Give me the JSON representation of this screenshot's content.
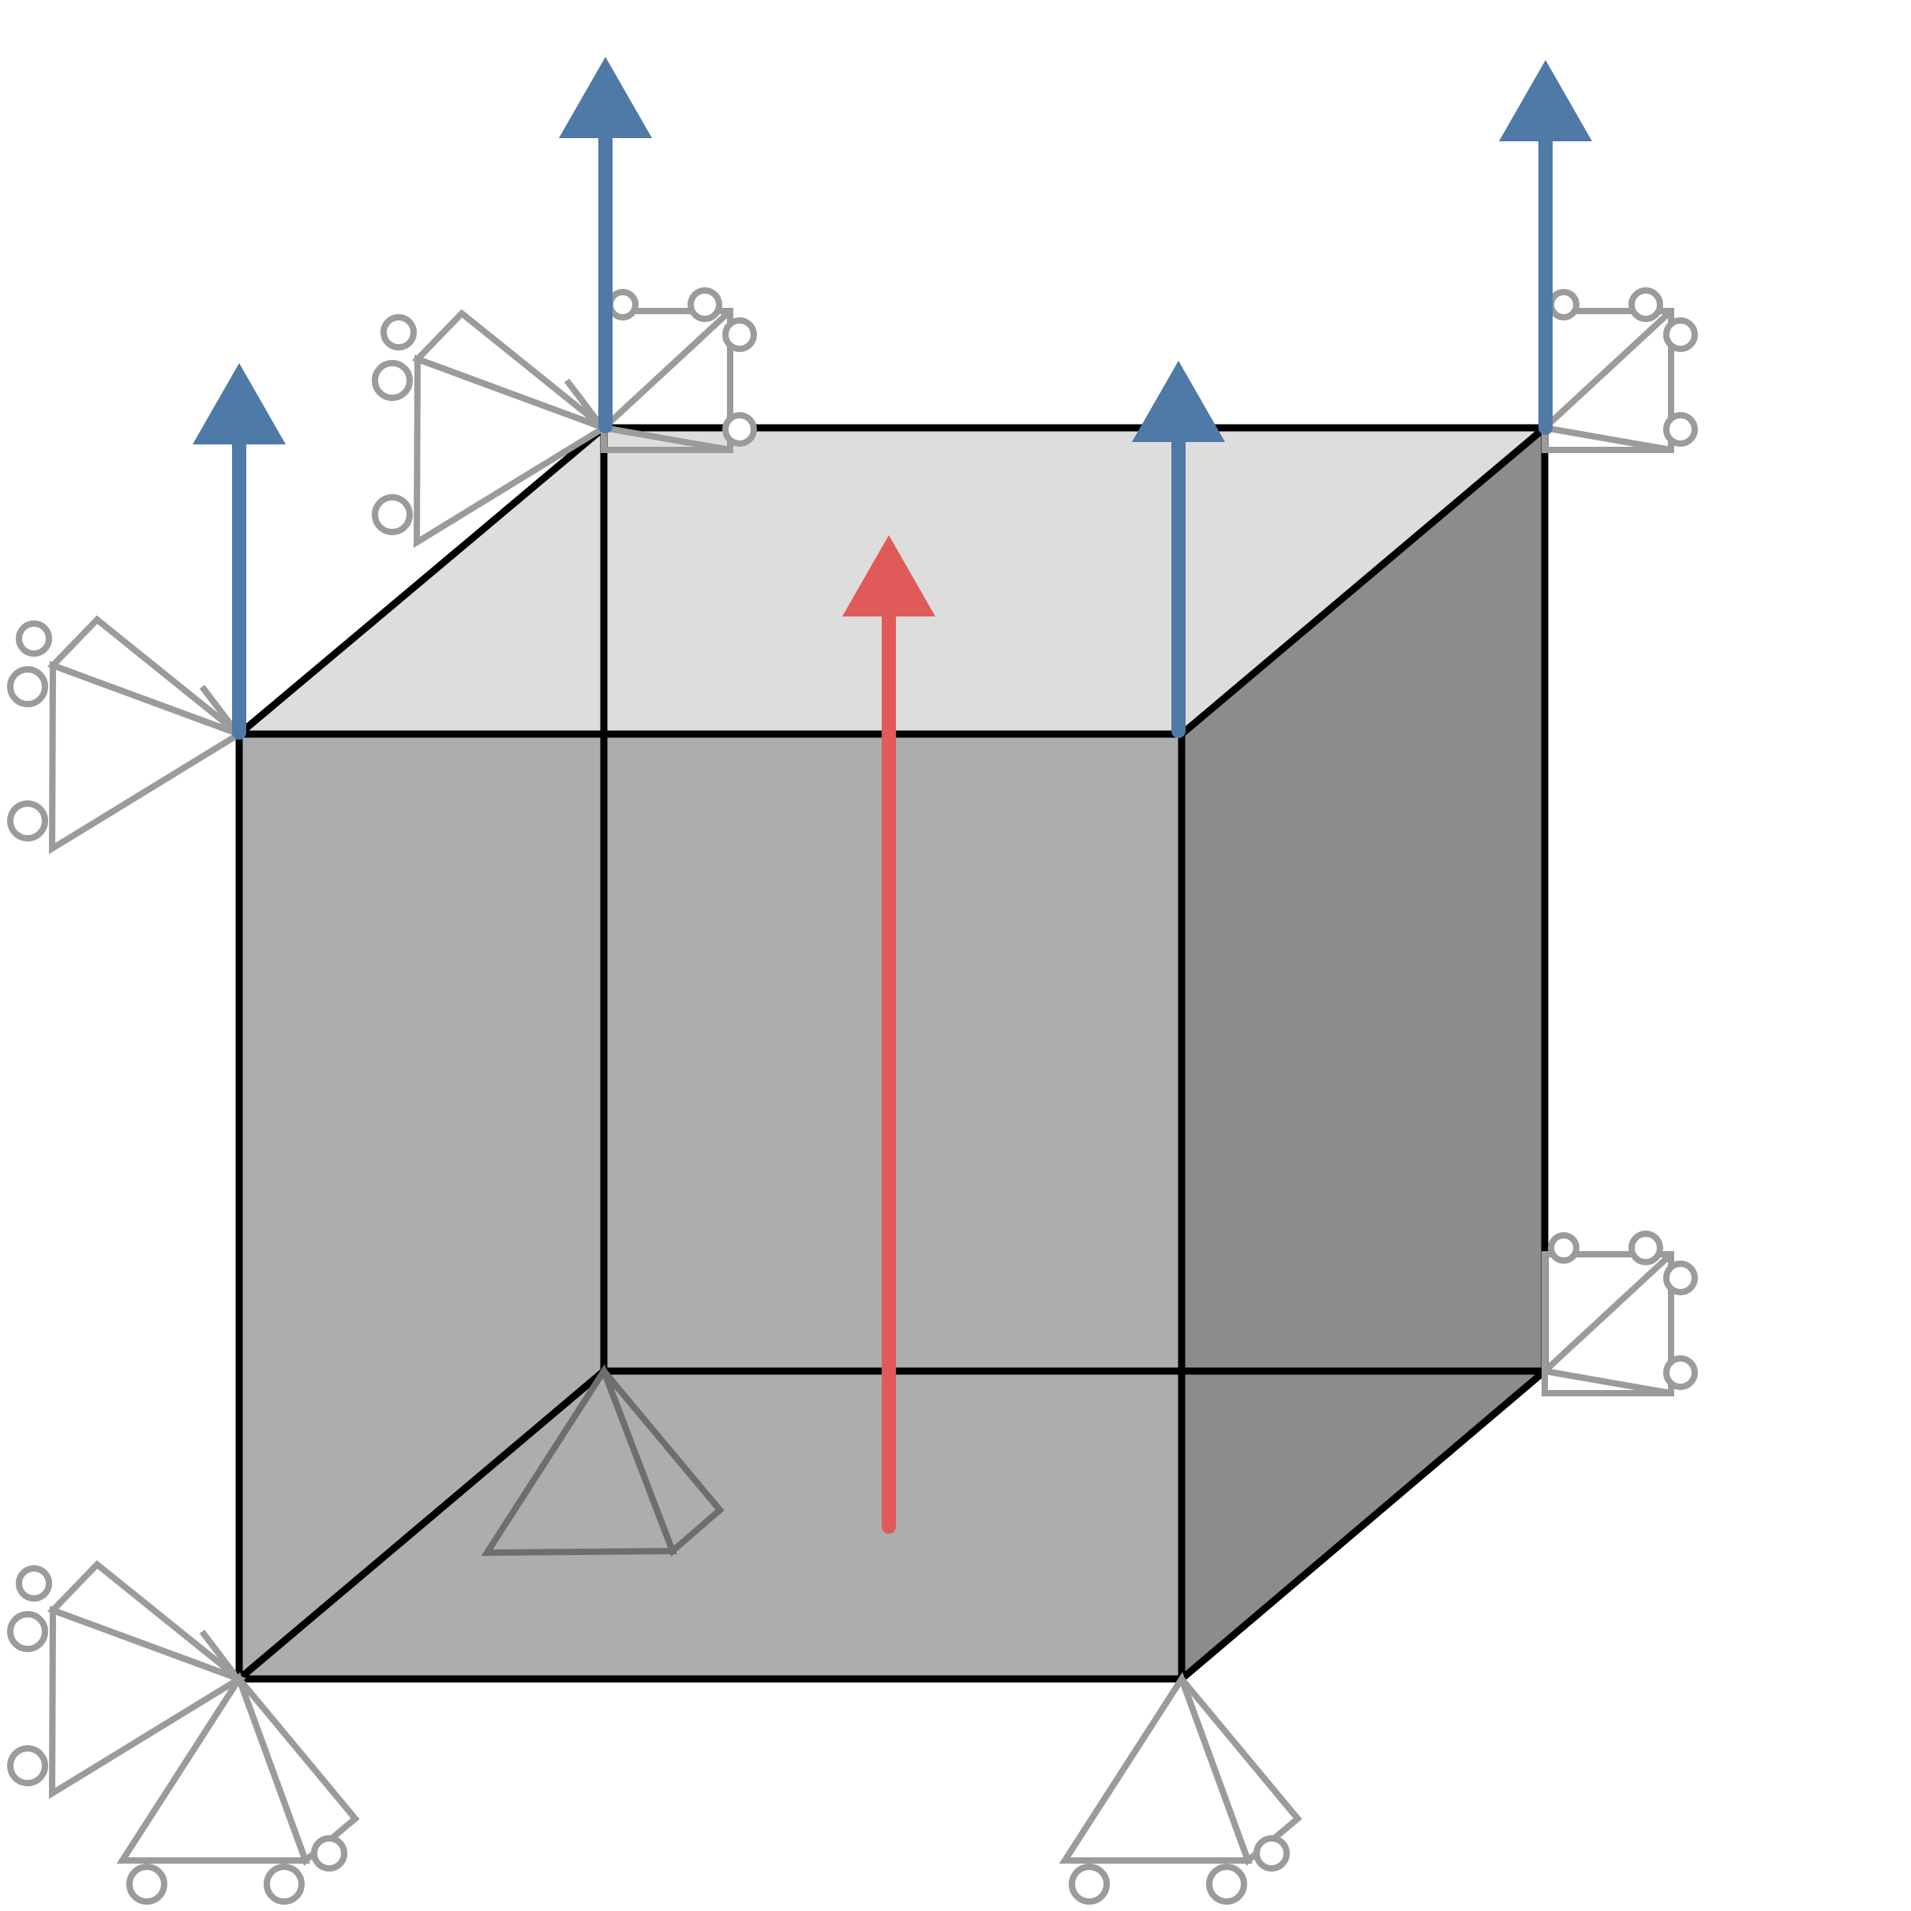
{
  "figure": {
    "description_text": "",
    "colors": {
      "front_face": "#adadad",
      "top_face": "#dddddd",
      "right_face": "#8c8c8c",
      "edge": "#000000",
      "support": "#9b9b9b",
      "hidden_support": "#6e6e6e",
      "load_arrow": "#4f79a7",
      "body_arrow": "#e05a5a"
    },
    "supports": [
      {
        "name": "support-top-left-front",
        "type": "roller-x"
      },
      {
        "name": "support-top-left-back",
        "type": "roller-x"
      },
      {
        "name": "support-top-left-back-cube",
        "type": "roller-y"
      },
      {
        "name": "support-top-right-back-cube",
        "type": "roller-y"
      },
      {
        "name": "support-bottom-right-back-cube",
        "type": "roller-y"
      },
      {
        "name": "support-bottom-left-front",
        "type": "roller-x"
      },
      {
        "name": "support-bottom-left-front-z",
        "type": "roller-z"
      },
      {
        "name": "support-bottom-right-front-z",
        "type": "roller-z"
      },
      {
        "name": "support-bottom-left-back-z",
        "type": "roller-z-hidden"
      }
    ],
    "arrows": [
      {
        "name": "load-arrow-front-left",
        "kind": "nodal-load"
      },
      {
        "name": "load-arrow-back-left",
        "kind": "nodal-load"
      },
      {
        "name": "load-arrow-front-right",
        "kind": "nodal-load"
      },
      {
        "name": "load-arrow-back-right",
        "kind": "nodal-load"
      },
      {
        "name": "body-force-arrow",
        "kind": "body-force"
      }
    ]
  }
}
